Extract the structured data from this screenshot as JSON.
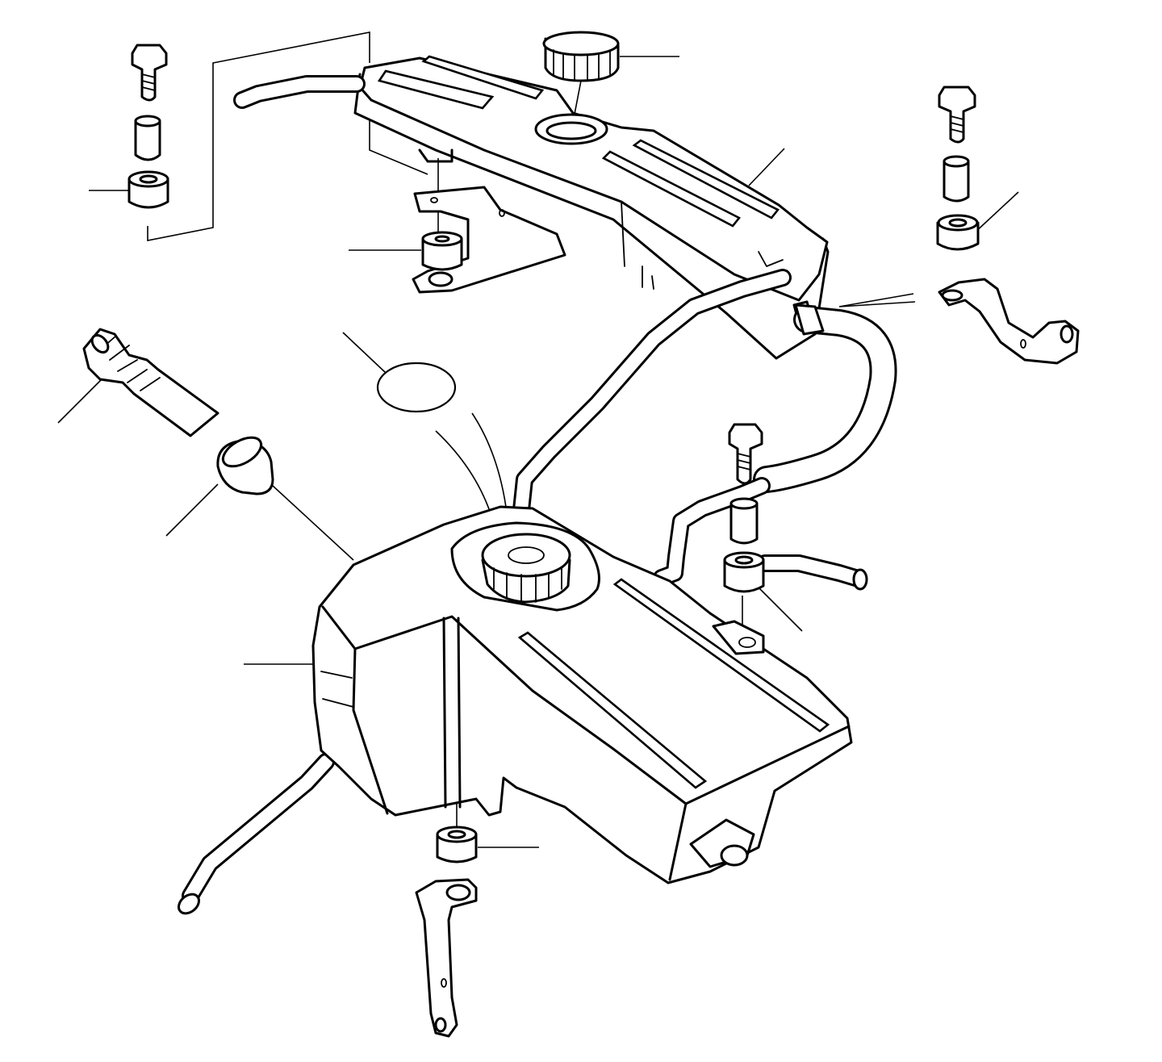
{
  "diagram": {
    "components": [
      {
        "id": "upper-reservoir",
        "icon": "expansion-tank-icon"
      },
      {
        "id": "upper-reservoir-cap",
        "icon": "filler-cap-icon"
      },
      {
        "id": "lower-reservoir",
        "icon": "expansion-tank-icon"
      },
      {
        "id": "lower-reservoir-cap",
        "icon": "filler-cap-icon"
      },
      {
        "id": "level-sensor",
        "icon": "sensor-icon"
      },
      {
        "id": "sensor-grommet",
        "icon": "grommet-icon"
      },
      {
        "id": "label-sticker",
        "icon": "label-icon"
      },
      {
        "id": "overflow-tube",
        "icon": "tube-icon"
      },
      {
        "id": "coolant-hose",
        "icon": "hose-icon"
      },
      {
        "id": "drain-hose",
        "icon": "hose-icon"
      },
      {
        "id": "mounting-bolts",
        "icon": "bolt-icon"
      },
      {
        "id": "spacer-sleeves",
        "icon": "sleeve-icon"
      },
      {
        "id": "rubber-bushings",
        "icon": "bushing-icon"
      },
      {
        "id": "mounting-brackets",
        "icon": "bracket-icon"
      }
    ],
    "callout_count": 13,
    "line_color": "#000000",
    "background": "#ffffff"
  }
}
